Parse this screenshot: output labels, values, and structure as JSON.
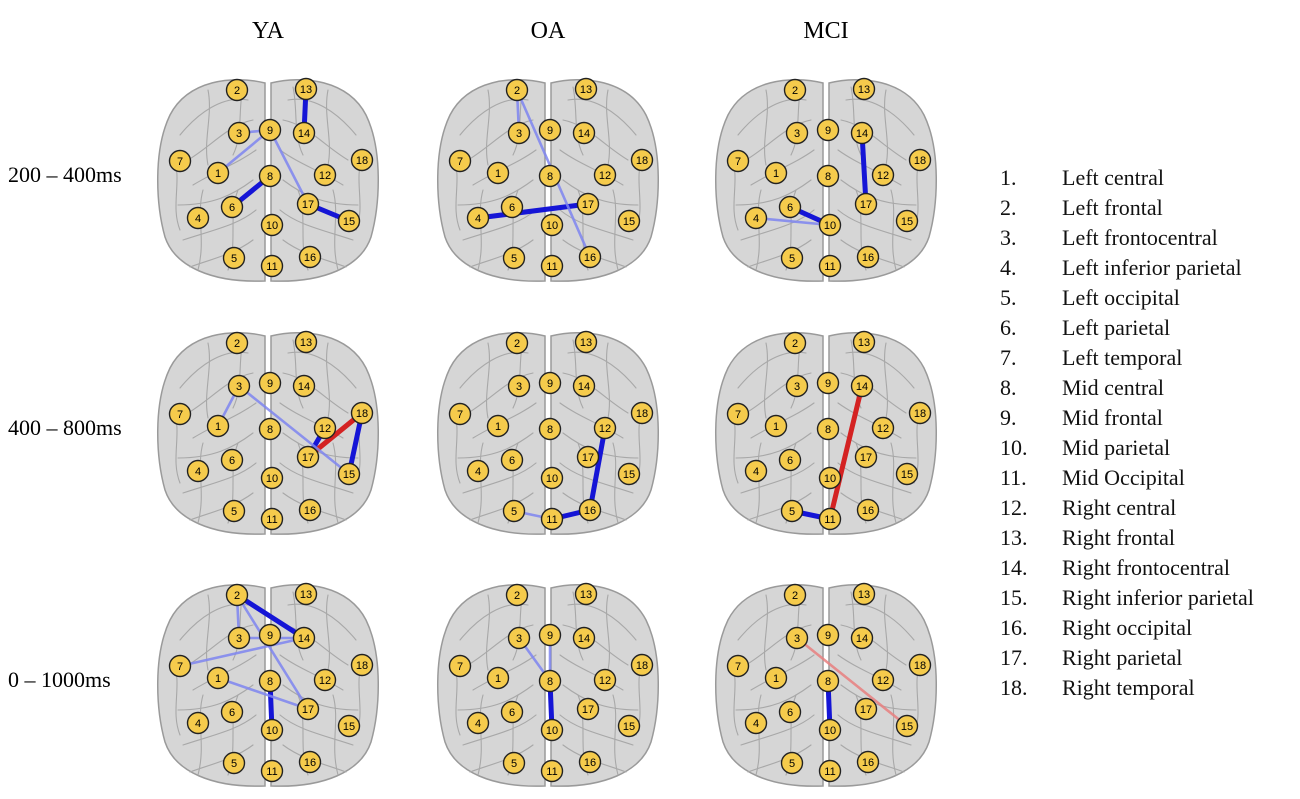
{
  "columns": [
    "YA",
    "OA",
    "MCI"
  ],
  "rows": [
    "200 – 400ms",
    "400 – 800ms",
    "0 – 1000ms"
  ],
  "regions": [
    {
      "num": "1.",
      "name": "Left central"
    },
    {
      "num": "2.",
      "name": "Left frontal"
    },
    {
      "num": "3.",
      "name": "Left frontocentral"
    },
    {
      "num": "4.",
      "name": "Left inferior parietal"
    },
    {
      "num": "5.",
      "name": "Left occipital"
    },
    {
      "num": "6.",
      "name": "Left parietal"
    },
    {
      "num": "7.",
      "name": "Left temporal"
    },
    {
      "num": "8.",
      "name": "Mid central"
    },
    {
      "num": "9.",
      "name": "Mid frontal"
    },
    {
      "num": "10.",
      "name": "Mid parietal"
    },
    {
      "num": "11.",
      "name": "Mid Occipital"
    },
    {
      "num": "12.",
      "name": "Right central"
    },
    {
      "num": "13.",
      "name": "Right frontal"
    },
    {
      "num": "14.",
      "name": "Right frontocentral"
    },
    {
      "num": "15.",
      "name": "Right inferior parietal"
    },
    {
      "num": "16.",
      "name": "Right occipital"
    },
    {
      "num": "17.",
      "name": "Right parietal"
    },
    {
      "num": "18.",
      "name": "Right temporal"
    }
  ],
  "node_labels": [
    "1",
    "2",
    "3",
    "4",
    "5",
    "6",
    "7",
    "8",
    "9",
    "10",
    "11",
    "12",
    "13",
    "14",
    "15",
    "16",
    "17",
    "18"
  ],
  "colors": {
    "node_fill": "#f5cb4c",
    "node_stroke": "#222222",
    "brain_fill": "#d6d6d6",
    "brain_stroke": "#9a9a9a",
    "strong_blue": "#1515d6",
    "weak_blue": "#7f86f0",
    "strong_red": "#d42222",
    "weak_red": "#e88080"
  },
  "panels": [
    {
      "column": "YA",
      "row": "200 – 400ms",
      "edges": [
        {
          "from": 13,
          "to": 14,
          "sign": "blue",
          "strength": "strong"
        },
        {
          "from": 8,
          "to": 6,
          "sign": "blue",
          "strength": "strong"
        },
        {
          "from": 17,
          "to": 15,
          "sign": "blue",
          "strength": "strong"
        },
        {
          "from": 9,
          "to": 3,
          "sign": "blue",
          "strength": "weak"
        },
        {
          "from": 9,
          "to": 17,
          "sign": "blue",
          "strength": "weak"
        },
        {
          "from": 9,
          "to": 1,
          "sign": "blue",
          "strength": "weak"
        }
      ]
    },
    {
      "column": "OA",
      "row": "200 – 400ms",
      "edges": [
        {
          "from": 4,
          "to": 17,
          "sign": "blue",
          "strength": "strong"
        },
        {
          "from": 2,
          "to": 3,
          "sign": "blue",
          "strength": "weak"
        },
        {
          "from": 2,
          "to": 16,
          "sign": "blue",
          "strength": "weak"
        }
      ]
    },
    {
      "column": "MCI",
      "row": "200 – 400ms",
      "edges": [
        {
          "from": 14,
          "to": 17,
          "sign": "blue",
          "strength": "strong"
        },
        {
          "from": 6,
          "to": 10,
          "sign": "blue",
          "strength": "strong"
        },
        {
          "from": 4,
          "to": 10,
          "sign": "blue",
          "strength": "weak"
        }
      ]
    },
    {
      "column": "YA",
      "row": "400 – 800ms",
      "edges": [
        {
          "from": 18,
          "to": 17,
          "sign": "red",
          "strength": "strong"
        },
        {
          "from": 18,
          "to": 15,
          "sign": "blue",
          "strength": "strong"
        },
        {
          "from": 12,
          "to": 17,
          "sign": "blue",
          "strength": "strong"
        },
        {
          "from": 3,
          "to": 1,
          "sign": "blue",
          "strength": "weak"
        },
        {
          "from": 3,
          "to": 15,
          "sign": "blue",
          "strength": "weak"
        }
      ]
    },
    {
      "column": "OA",
      "row": "400 – 800ms",
      "edges": [
        {
          "from": 12,
          "to": 16,
          "sign": "blue",
          "strength": "strong"
        },
        {
          "from": 11,
          "to": 16,
          "sign": "blue",
          "strength": "strong"
        },
        {
          "from": 5,
          "to": 11,
          "sign": "blue",
          "strength": "weak"
        }
      ]
    },
    {
      "column": "MCI",
      "row": "400 – 800ms",
      "edges": [
        {
          "from": 14,
          "to": 11,
          "sign": "red",
          "strength": "strong"
        },
        {
          "from": 5,
          "to": 11,
          "sign": "blue",
          "strength": "strong"
        }
      ]
    },
    {
      "column": "YA",
      "row": "0 – 1000ms",
      "edges": [
        {
          "from": 2,
          "to": 14,
          "sign": "blue",
          "strength": "strong"
        },
        {
          "from": 8,
          "to": 10,
          "sign": "blue",
          "strength": "strong"
        },
        {
          "from": 7,
          "to": 14,
          "sign": "blue",
          "strength": "weak"
        },
        {
          "from": 2,
          "to": 3,
          "sign": "blue",
          "strength": "weak"
        },
        {
          "from": 3,
          "to": 14,
          "sign": "blue",
          "strength": "weak"
        },
        {
          "from": 2,
          "to": 17,
          "sign": "blue",
          "strength": "weak"
        },
        {
          "from": 1,
          "to": 17,
          "sign": "blue",
          "strength": "weak"
        }
      ]
    },
    {
      "column": "OA",
      "row": "0 – 1000ms",
      "edges": [
        {
          "from": 8,
          "to": 10,
          "sign": "blue",
          "strength": "strong"
        },
        {
          "from": 9,
          "to": 8,
          "sign": "blue",
          "strength": "weak"
        },
        {
          "from": 3,
          "to": 8,
          "sign": "blue",
          "strength": "weak"
        }
      ]
    },
    {
      "column": "MCI",
      "row": "0 – 1000ms",
      "edges": [
        {
          "from": 8,
          "to": 10,
          "sign": "blue",
          "strength": "strong"
        },
        {
          "from": 3,
          "to": 15,
          "sign": "red",
          "strength": "weak"
        }
      ]
    }
  ]
}
